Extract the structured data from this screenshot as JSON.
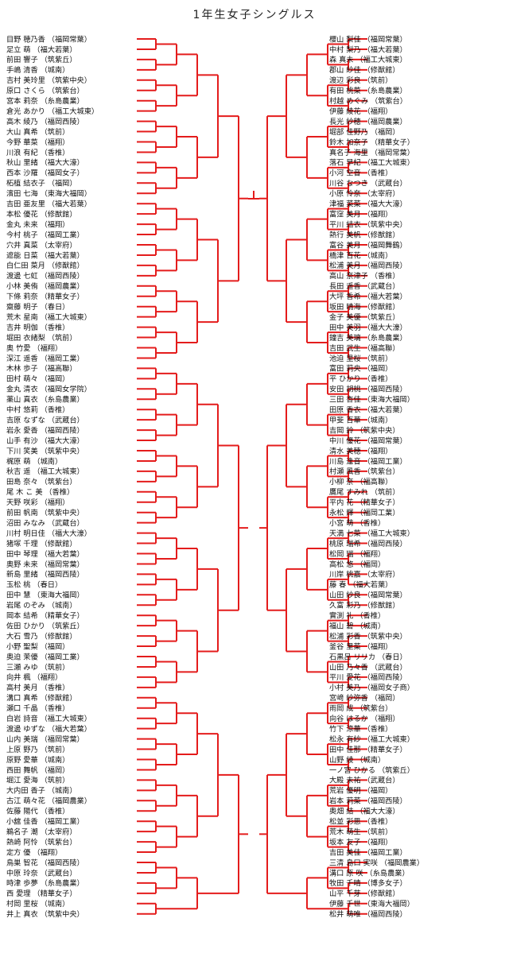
{
  "title": "1年生女子シングルス",
  "bracket": {
    "left": [
      {
        "name": "目野 穂乃香",
        "school": "（福岡常葉）"
      },
      {
        "name": "足立 萌",
        "school": "（福大若葉）"
      },
      {
        "name": "前田 響子",
        "school": "（筑紫丘）"
      },
      {
        "name": "手嶋 清香",
        "school": "（城南）"
      },
      {
        "name": "吉村 美玲里",
        "school": "（筑紫中央）"
      },
      {
        "name": "原口 さくら",
        "school": "（筑紫台）"
      },
      {
        "name": "宮本 莉奈",
        "school": "（糸島農業）"
      },
      {
        "name": "倉光 あかり",
        "school": "（福工大城東）"
      },
      {
        "name": "高木 綾乃",
        "school": "（福岡西陵）"
      },
      {
        "name": "大山 真希",
        "school": "（筑前）"
      },
      {
        "name": "今野 華菜",
        "school": "（福翔）"
      },
      {
        "name": "川浪 有紀",
        "school": "（香椎）"
      },
      {
        "name": "秋山 里緒",
        "school": "（福大大濠）"
      },
      {
        "name": "西本 沙羅",
        "school": "（福岡女子）"
      },
      {
        "name": "柘植 結衣子",
        "school": "（福岡）"
      },
      {
        "name": "濱田 七海",
        "school": "（東海大福岡）"
      },
      {
        "name": "吉田 亜友里",
        "school": "（福大若葉）"
      },
      {
        "name": "本松 優花",
        "school": "（修猷館）"
      },
      {
        "name": "金丸 未来",
        "school": "（福翔）"
      },
      {
        "name": "今村 桃子",
        "school": "（福岡工業）"
      },
      {
        "name": "穴井 真菜",
        "school": "（太宰府）"
      },
      {
        "name": "遮能 日菜",
        "school": "（福大若葉）"
      },
      {
        "name": "白仁田 菜月",
        "school": "（修猷館）"
      },
      {
        "name": "渡邊 七虹",
        "school": "（福岡西陵）"
      },
      {
        "name": "小林 美侑",
        "school": "（福岡農業）"
      },
      {
        "name": "下條 莉奈",
        "school": "（精華女子）"
      },
      {
        "name": "齋藤 明子",
        "school": "（春日）"
      },
      {
        "name": "荒木 星南",
        "school": "（福工大城東）"
      },
      {
        "name": "吉井 明伽",
        "school": "（香椎）"
      },
      {
        "name": "堀田 衣緒梨",
        "school": "（筑前）"
      },
      {
        "name": "奥 竹愛",
        "school": "（福翔）"
      },
      {
        "name": "深江 遥香",
        "school": "（福岡工業）"
      },
      {
        "name": "木林 歩子",
        "school": "（福高聯）"
      },
      {
        "name": "田村 萌々",
        "school": "（福岡）"
      },
      {
        "name": "金丸 清衣",
        "school": "（福岡女学院）"
      },
      {
        "name": "薬山 真衣",
        "school": "（糸島農業）"
      },
      {
        "name": "中村 悠莉",
        "school": "（香椎）"
      },
      {
        "name": "吉原 なずな",
        "school": "（武蔵台）"
      },
      {
        "name": "岩永 愛香",
        "school": "（福岡西陵）"
      },
      {
        "name": "山手 有沙",
        "school": "（福大大濠）"
      },
      {
        "name": "下川 笑美",
        "school": "（筑紫中央）"
      },
      {
        "name": "梶原 萌",
        "school": "（城南）"
      },
      {
        "name": "秋吉 遥",
        "school": "（福工大城東）"
      },
      {
        "name": "田島 奈々",
        "school": "（筑紫台）"
      },
      {
        "name": "尾 木 こ 美",
        "school": "（香椎）"
      },
      {
        "name": "天野 咲彩",
        "school": "（福翔）"
      },
      {
        "name": "前田 帆南",
        "school": "（筑紫中央）"
      },
      {
        "name": "沼田 みなみ",
        "school": "（武蔵台）"
      },
      {
        "name": "川村 明日佳",
        "school": "（福大大濠）"
      },
      {
        "name": "猪塚 千理",
        "school": "（修猷館）"
      },
      {
        "name": "田中 琴理",
        "school": "（福大若葉）"
      },
      {
        "name": "奥野 未来",
        "school": "（福岡常葉）"
      },
      {
        "name": "新島 里緒",
        "school": "（福岡西陵）"
      },
      {
        "name": "玉松 桃",
        "school": "（春日）"
      },
      {
        "name": "田中 慧",
        "school": "（東海大福岡）"
      },
      {
        "name": "岩尾 のぞみ",
        "school": "（城南）"
      },
      {
        "name": "岡本 結希",
        "school": "（精華女子）"
      },
      {
        "name": "佐田 ひかり",
        "school": "（筑紫丘）"
      },
      {
        "name": "大石 雪乃",
        "school": "（修猷館）"
      },
      {
        "name": "小野 聖梨",
        "school": "（福岡）"
      },
      {
        "name": "奥迫 茉優",
        "school": "（福岡工業）"
      },
      {
        "name": "三瀬 みゆ",
        "school": "（筑前）"
      },
      {
        "name": "向井 楓",
        "school": "（福翔）"
      },
      {
        "name": "高村 美月",
        "school": "（香椎）"
      },
      {
        "name": "溝口 真希",
        "school": "（修猷館）"
      },
      {
        "name": "瀬口 千晶",
        "school": "（香椎）"
      },
      {
        "name": "白岩 詩音",
        "school": "（福工大城東）"
      },
      {
        "name": "渡邊 ゆずな",
        "school": "（福大若葉）"
      },
      {
        "name": "山内 美瑞",
        "school": "（福岡常葉）"
      },
      {
        "name": "上原 野乃",
        "school": "（筑前）"
      },
      {
        "name": "原野 愛華",
        "school": "（城南）"
      },
      {
        "name": "西田 舞帆",
        "school": "（福岡）"
      },
      {
        "name": "堀江 愛海",
        "school": "（筑前）"
      },
      {
        "name": "大内田 香子",
        "school": "（城南）"
      },
      {
        "name": "古江 萌々花",
        "school": "（福岡農業）"
      },
      {
        "name": "佐藤 陽代",
        "school": "（香椎）"
      },
      {
        "name": "小舘 佳香",
        "school": "（福岡工業）"
      },
      {
        "name": "鵜名子 潮",
        "school": "（太宰府）"
      },
      {
        "name": "熱崎 阿怜",
        "school": "（筑紫台）"
      },
      {
        "name": "定方 優",
        "school": "（福翔）"
      },
      {
        "name": "鳥巣 智花",
        "school": "（福岡西陵）"
      },
      {
        "name": "中原 玲奈",
        "school": "（武蔵台）"
      },
      {
        "name": "時津 歩夢",
        "school": "（糸島農業）"
      },
      {
        "name": "西 愛理",
        "school": "（精華女子）"
      },
      {
        "name": "村岡 里桜",
        "school": "（城南）"
      },
      {
        "name": "井上 真衣",
        "school": "（筑紫中央）"
      }
    ],
    "right": [
      {
        "name": "櫻山 梨佳",
        "school": "（福岡常葉）"
      },
      {
        "name": "中村 梨乃",
        "school": "（福大若葉）"
      },
      {
        "name": "森 真未",
        "school": "（福工大城東）"
      },
      {
        "name": "郡山 紗佳",
        "school": "（修猷館）"
      },
      {
        "name": "渡辺 彩良",
        "school": "（筑前）"
      },
      {
        "name": "有田 桃菜",
        "school": "（糸島農業）"
      },
      {
        "name": "村越 めぐみ",
        "school": "（筑紫台）"
      },
      {
        "name": "伊藤 綾花",
        "school": "（福翔）"
      },
      {
        "name": "長光 紗穂",
        "school": "（福岡農業）"
      },
      {
        "name": "堀部 佳野乃",
        "school": "（福岡）"
      },
      {
        "name": "鈴木 加奈子",
        "school": "（精華女子）"
      },
      {
        "name": "真名子 海里",
        "school": "（福岡常葉）"
      },
      {
        "name": "落石 早紀",
        "school": "（福工大城東）"
      },
      {
        "name": "小河 空音",
        "school": "（香椎）"
      },
      {
        "name": "川谷 なつき",
        "school": "（武蔵台）"
      },
      {
        "name": "小原 怜奈",
        "school": "（太宰府）"
      },
      {
        "name": "津福 菜菜",
        "school": "（福大大濠）"
      },
      {
        "name": "富窪 美月",
        "school": "（福翔）"
      },
      {
        "name": "平川 結衣",
        "school": "（筑紫中央）"
      },
      {
        "name": "熱行 美帆",
        "school": "（修猷館）"
      },
      {
        "name": "富谷 美月",
        "school": "（福岡舞鶴）"
      },
      {
        "name": "橋津 百花",
        "school": "（城南）"
      },
      {
        "name": "松浦 美月",
        "school": "（福岡西陵）"
      },
      {
        "name": "高山 奈津子",
        "school": "（香椎）"
      },
      {
        "name": "長田 遥香",
        "school": "（武蔵台）"
      },
      {
        "name": "大坪 香希",
        "school": "（福大若葉）"
      },
      {
        "name": "坂田 晴海",
        "school": "（修猷館）"
      },
      {
        "name": "金子 美優",
        "school": "（筑紫丘）"
      },
      {
        "name": "田中 美羽",
        "school": "（福大大濠）"
      },
      {
        "name": "鐘吉 美璃",
        "school": "（糸島農業）"
      },
      {
        "name": "吉田 武生",
        "school": "（福高聯）"
      },
      {
        "name": "池迫 里桜",
        "school": "（筑前）"
      },
      {
        "name": "富田 莉央",
        "school": "（福岡）"
      },
      {
        "name": "平 ひかり",
        "school": "（香椎）"
      },
      {
        "name": "安田 胡桃",
        "school": "（福岡西陵）"
      },
      {
        "name": "三田 杏佳",
        "school": "（東海大福岡）"
      },
      {
        "name": "田原 香衣",
        "school": "（福大若葉）"
      },
      {
        "name": "甲斐 百華",
        "school": "（城南）"
      },
      {
        "name": "吉岡 鈴",
        "school": "（筑紫中央）"
      },
      {
        "name": "中川 優花",
        "school": "（福岡常葉）"
      },
      {
        "name": "清水 美穂",
        "school": "（福翔）"
      },
      {
        "name": "川島 逢音",
        "school": "（福岡工業）"
      },
      {
        "name": "村瀬 風香",
        "school": "（筑紫台）"
      },
      {
        "name": "小柳 奈",
        "school": "（福高聯）"
      },
      {
        "name": "鷹尾 すみれ",
        "school": "（筑前）"
      },
      {
        "name": "平内 花",
        "school": "（精華女子）"
      },
      {
        "name": "永松 輝",
        "school": "（福岡工業）"
      },
      {
        "name": "小宮 萌",
        "school": "（香椎）"
      },
      {
        "name": "天満 七菜",
        "school": "（福工大城東）"
      },
      {
        "name": "桃原 瑞希",
        "school": "（福岡西陵）"
      },
      {
        "name": "松岡 瑞",
        "school": "（福翔）"
      },
      {
        "name": "高松 悠",
        "school": "（福岡）"
      },
      {
        "name": "川岸 桃嘉",
        "school": "（太宰府）"
      },
      {
        "name": "藤 春",
        "school": "（福大若葉）"
      },
      {
        "name": "山田 紗良",
        "school": "（福岡常葉）"
      },
      {
        "name": "久富 彩乃",
        "school": "（修猷館）"
      },
      {
        "name": "實渕 礼",
        "school": "（香椎）"
      },
      {
        "name": "福山 碧",
        "school": "（城南）"
      },
      {
        "name": "松浦 彩香",
        "school": "（筑紫中央）"
      },
      {
        "name": "釜谷 里菜",
        "school": "（福翔）"
      },
      {
        "name": "石黒呂 リリカ",
        "school": "（春日）"
      },
      {
        "name": "山田 乃々香",
        "school": "（武蔵台）"
      },
      {
        "name": "平川 愛花",
        "school": "（福岡西陵）"
      },
      {
        "name": "小村 美乃",
        "school": "（福岡女子商）"
      },
      {
        "name": "宮﨑 紗弥香",
        "school": "（福岡）"
      },
      {
        "name": "雨岡 成",
        "school": "（筑紫台）"
      },
      {
        "name": "向谷 はるか",
        "school": "（福翔）"
      },
      {
        "name": "竹下 涼華",
        "school": "（香椎）"
      },
      {
        "name": "松永 有紗",
        "school": "（福工大城東）"
      },
      {
        "name": "田中 佳那",
        "school": "（精華女子）"
      },
      {
        "name": "山野 綾",
        "school": "（城南）"
      },
      {
        "name": "一ノ宮 ひかる",
        "school": "（筑紫丘）"
      },
      {
        "name": "大殿 未祐",
        "school": "（武蔵台）"
      },
      {
        "name": "荒岩 優明",
        "school": "（福岡）"
      },
      {
        "name": "岩本 莉菜",
        "school": "（福岡西陵）"
      },
      {
        "name": "奥畑 結",
        "school": "（福大大濠）"
      },
      {
        "name": "松並 彩思",
        "school": "（香椎）"
      },
      {
        "name": "荒木 萌生",
        "school": "（筑前）"
      },
      {
        "name": "坂本 友子",
        "school": "（福翔）"
      },
      {
        "name": "吉田 美佳",
        "school": "（福岡工業）"
      },
      {
        "name": "三清 島口 実咲",
        "school": "（福岡農業）"
      },
      {
        "name": "溝口 原 咲",
        "school": "（糸島農業）"
      },
      {
        "name": "牧田 千晴",
        "school": "（博多女子）"
      },
      {
        "name": "山平 千芽",
        "school": "（修猷館）"
      },
      {
        "name": "伊藤 千世",
        "school": "（東海大福岡）"
      },
      {
        "name": "松井 萌唯",
        "school": "（福岡西陵）"
      }
    ]
  },
  "colors": {
    "line": "#e41c1c",
    "text": "#111111",
    "background": "#ffffff"
  }
}
